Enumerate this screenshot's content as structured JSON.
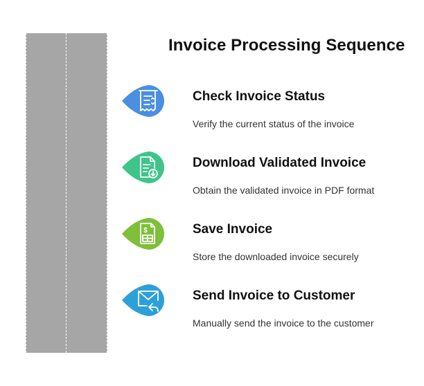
{
  "title": "Invoice Processing Sequence",
  "colors": {
    "road": "#a6a6a6",
    "road_dash": "#ffffff",
    "step_colors": [
      "#4a8fe0",
      "#3fc58a",
      "#7fbf3a",
      "#2d9fd9"
    ]
  },
  "steps": [
    {
      "heading": "Check Invoice Status",
      "description": "Verify the current status of the invoice",
      "icon": "invoice-checklist-icon"
    },
    {
      "heading": "Download Validated Invoice",
      "description": "Obtain the validated invoice in PDF format",
      "icon": "document-download-icon"
    },
    {
      "heading": "Save Invoice",
      "description": "Store the downloaded invoice securely",
      "icon": "invoice-dollar-icon"
    },
    {
      "heading": "Send Invoice to Customer",
      "description": "Manually send the invoice to the customer",
      "icon": "envelope-reply-icon"
    }
  ]
}
